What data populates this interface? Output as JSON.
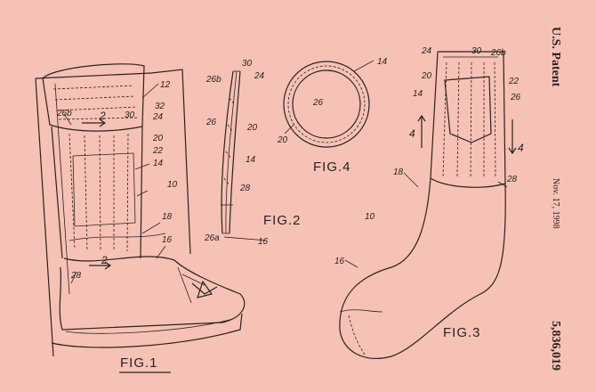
{
  "header": {
    "patent_label": "U.S. Patent",
    "date": "Nov. 17, 1998",
    "patent_number": "5,836,019"
  },
  "figures": {
    "fig1": {
      "title": "FIG.1",
      "refs": {
        "r12": "12",
        "r26b": "26b",
        "r2a": "2",
        "r32": "32",
        "r30": "30",
        "r24": "24",
        "r20": "20",
        "r22": "22",
        "r14": "14",
        "r10": "10",
        "r18": "18",
        "r16": "16",
        "r28": "28",
        "r2b": "2"
      }
    },
    "fig2": {
      "title": "FIG.2",
      "refs": {
        "r30": "30",
        "r26b": "26b",
        "r24": "24",
        "r26": "26",
        "r20": "20",
        "r14": "14",
        "r28": "28",
        "r26a": "26a",
        "r16": "16"
      }
    },
    "fig3": {
      "title": "FIG.3",
      "refs": {
        "r24": "24",
        "r30": "30",
        "r26b": "26b",
        "r20": "20",
        "r22": "22",
        "r14": "14",
        "r26": "26",
        "r4a": "4",
        "r4b": "4",
        "r18": "18",
        "r28": "28",
        "r10": "10",
        "r16": "16"
      }
    },
    "fig4": {
      "title": "FIG.4",
      "refs": {
        "r14": "14",
        "r26": "26",
        "r20": "20"
      }
    }
  }
}
